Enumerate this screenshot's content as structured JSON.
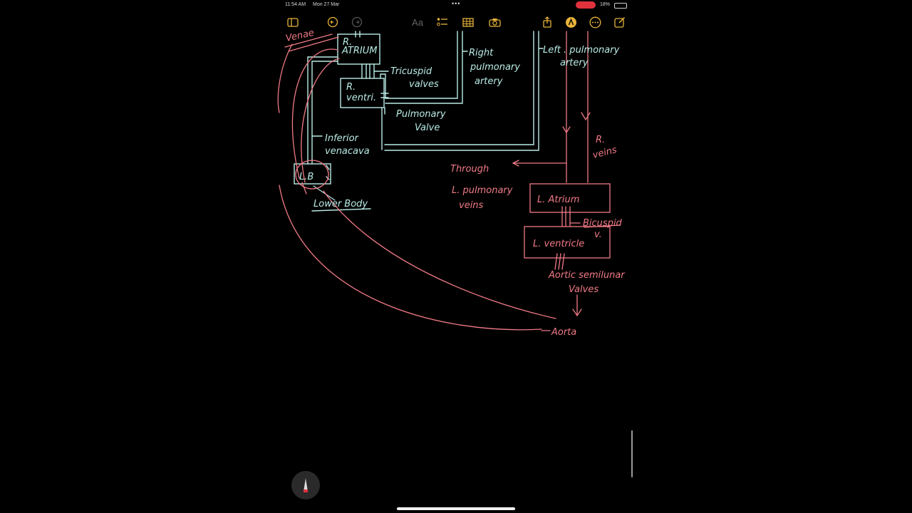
{
  "status": {
    "time": "11:54 AM",
    "date": "Mon 27 Mar",
    "battery": "18%"
  },
  "toolbar": {
    "items": [
      "sidebar-icon",
      "undo-icon",
      "redo-icon",
      "text-format-icon",
      "checklist-icon",
      "table-icon",
      "camera-icon",
      "share-icon",
      "markup-icon",
      "more-icon",
      "compose-icon"
    ],
    "text_format_label": "Aa"
  },
  "colors": {
    "cyan": "#b9ece6",
    "pink": "#f07a86",
    "record": "#e0323c"
  },
  "notes": {
    "venae": "Venae",
    "r_atrium_r": "R.",
    "r_atrium": "ATRIUM",
    "tricuspid_valves": [
      "Tricuspid",
      "valves"
    ],
    "r_ventri_r": "R.",
    "r_ventri": "ventri.",
    "pulmonary_valve": [
      "Pulmonary",
      "Valve"
    ],
    "right_pulmonary_artery": [
      "Right",
      "pulmonary",
      "artery"
    ],
    "left_pulmonary_artery": [
      "Left . pulmonary",
      "artery"
    ],
    "inferior_vena_cava": [
      "Inferior",
      "venacava"
    ],
    "lb": "L.B",
    "lower_body": "Lower Body",
    "through_pulmonary_veins": [
      "Through",
      "L. pulmonary",
      "veins"
    ],
    "r_veins": [
      "R.",
      "veins"
    ],
    "l_atrium": "L. Atrium",
    "bicuspid": "Bicuspid",
    "v": "v.",
    "l_ventricle": "L. ventricle",
    "aortic_valves": [
      "Aortic semilunar",
      "Valves"
    ],
    "aorta": "Aorta"
  }
}
